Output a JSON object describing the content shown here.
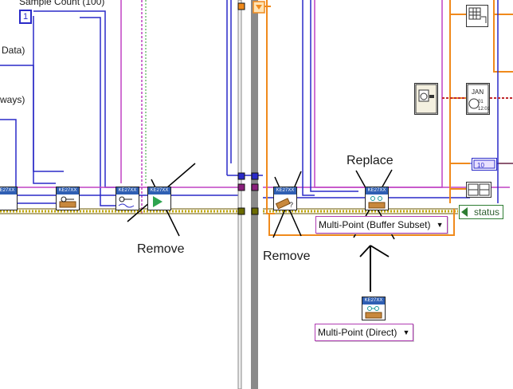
{
  "labels": {
    "sample_count": "Sample Count (100)",
    "data_partial": "Data)",
    "always_partial": "ways)",
    "constant_value": "1",
    "remove_left": "Remove",
    "remove_right": "Remove",
    "replace": "Replace",
    "status": "status"
  },
  "rings": {
    "buffer_subset": "Multi-Point (Buffer Subset)",
    "direct": "Multi-Point (Direct)"
  },
  "vi_badge": "KE27XX",
  "colors": {
    "wire_blue": "#2a2ac8",
    "wire_orange": "#f08a1c",
    "wire_pink": "#c042c4",
    "wire_error": "#bfa600",
    "wire_red": "#c0282d",
    "frame_gray": "#8a8a8a",
    "status_green": "#2e7d32"
  },
  "icons": [
    "arrow-up-icon",
    "cross-mark-icon",
    "vi-icon",
    "ring-dropdown-icon",
    "status-terminal-icon"
  ]
}
